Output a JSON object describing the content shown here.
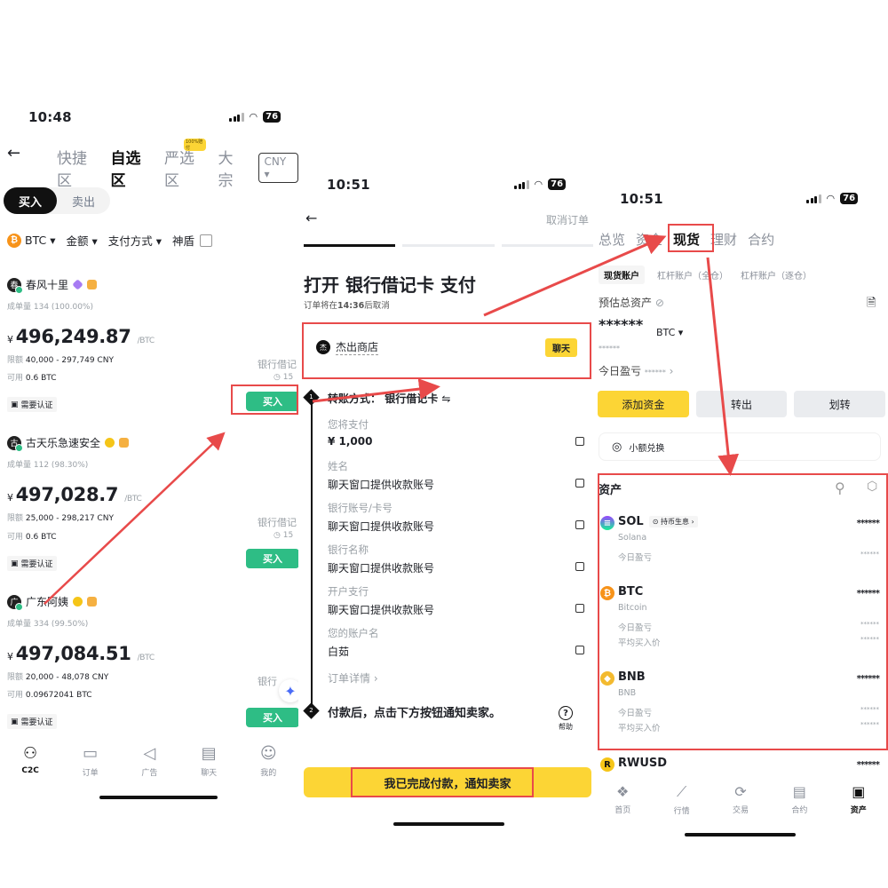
{
  "colors": {
    "accent_yellow": "#fcd535",
    "buy_green": "#2ebd85",
    "highlight_red": "#e84a4a",
    "text_primary": "#1e2026",
    "text_muted": "#9aa0a6"
  },
  "panel1": {
    "status": {
      "time": "10:48",
      "battery": "76"
    },
    "header": {
      "tabs": [
        "快捷区",
        "自选区",
        "严选区",
        "大宗"
      ],
      "active_tab": "自选区",
      "badge": "100%赔付",
      "currency": "CNY"
    },
    "side_toggle": {
      "buy": "买入",
      "sell": "卖出"
    },
    "filters": {
      "coin": "BTC",
      "amount": "金额",
      "payment": "支付方式",
      "shield": "神盾"
    },
    "ads": [
      {
        "name": "春风十里",
        "avatar": "春",
        "orders": "成单量",
        "orders_value": "134 (100.00%)",
        "currency_symbol": "¥",
        "price": "496,249.87",
        "unit": "/BTC",
        "limit_label": "限额",
        "limit": "40,000 - 297,749 CNY",
        "avail_label": "可用",
        "avail": "0.6 BTC",
        "payment": "银行借记",
        "time": "15",
        "verify": "需要认证",
        "button": "买入"
      },
      {
        "name": "古天乐急速安全",
        "avatar": "古",
        "orders": "成单量",
        "orders_value": "112 (98.30%)",
        "currency_symbol": "¥",
        "price": "497,028.7",
        "unit": "/BTC",
        "limit_label": "限额",
        "limit": "25,000 - 298,217 CNY",
        "avail_label": "可用",
        "avail": "0.6 BTC",
        "payment": "银行借记",
        "time": "15",
        "verify": "需要认证",
        "button": "买入"
      },
      {
        "name": "广东阿姨",
        "avatar": "广",
        "orders": "成单量",
        "orders_value": "334 (99.50%)",
        "currency_symbol": "¥",
        "price": "497,084.51",
        "unit": "/BTC",
        "limit_label": "限额",
        "limit": "20,000 - 48,078 CNY",
        "avail_label": "可用",
        "avail": "0.09672041 BTC",
        "payment": "银行",
        "time": "",
        "verify": "需要认证",
        "button": "买入"
      }
    ],
    "nav": [
      "C2C",
      "订单",
      "广告",
      "聊天",
      "我的"
    ]
  },
  "panel2": {
    "status": {
      "time": "10:51",
      "battery": "76"
    },
    "cancel": "取消订单",
    "title": "打开 银行借记卡 支付",
    "subtitle_prefix": "订单将在",
    "countdown": "14:36",
    "subtitle_suffix": "后取消",
    "merchant": {
      "avatar": "杰",
      "name": "杰出商店",
      "chat": "聊天"
    },
    "step1": {
      "num": "1",
      "label": "转账方式：",
      "method": "银行借记卡"
    },
    "fields": [
      {
        "label": "您将支付",
        "value": "¥ 1,000"
      },
      {
        "label": "姓名",
        "value": "聊天窗口提供收款账号"
      },
      {
        "label": "银行账号/卡号",
        "value": "聊天窗口提供收款账号"
      },
      {
        "label": "银行名称",
        "value": "聊天窗口提供收款账号"
      },
      {
        "label": "开户支行",
        "value": "聊天窗口提供收款账号"
      },
      {
        "label": "您的账户名",
        "value": "白茹"
      }
    ],
    "order_detail": "订单详情",
    "step2": {
      "num": "2",
      "label": "付款后，点击下方按钮通知卖家。"
    },
    "help": "帮助",
    "confirm_button": "我已完成付款，通知卖家"
  },
  "panel3": {
    "status": {
      "time": "10:51",
      "battery": "76"
    },
    "tabs": [
      "总览",
      "资金",
      "现货",
      "理财",
      "合约"
    ],
    "active_tab": "现货",
    "sub_tabs": [
      "现货账户",
      "杠杆账户（全仓）",
      "杠杆账户（逐仓）"
    ],
    "est_label": "预估总资产",
    "balance": "******",
    "balance_unit": "BTC",
    "balance_sub": "******",
    "pnl_label": "今日盈亏",
    "pnl_value": "******",
    "actions": [
      "添加资金",
      "转出",
      "划转"
    ],
    "small_convert": "小额兑换",
    "assets_title": "资产",
    "assets": [
      {
        "symbol": "SOL",
        "name": "Solana",
        "tag": "持币生息",
        "value": "******",
        "rows": [
          {
            "label": "今日盈亏",
            "value": "******"
          }
        ]
      },
      {
        "symbol": "BTC",
        "name": "Bitcoin",
        "value": "******",
        "rows": [
          {
            "label": "今日盈亏",
            "value": "******"
          },
          {
            "label": "平均买入价",
            "value": "******"
          }
        ]
      },
      {
        "symbol": "BNB",
        "name": "BNB",
        "value": "******",
        "rows": [
          {
            "label": "今日盈亏",
            "value": "******"
          },
          {
            "label": "平均买入价",
            "value": "******"
          }
        ]
      },
      {
        "symbol": "RWUSD",
        "name": "RWUSD",
        "value": "******",
        "rows": []
      }
    ],
    "nav": [
      "首页",
      "行情",
      "交易",
      "合约",
      "资产"
    ]
  }
}
